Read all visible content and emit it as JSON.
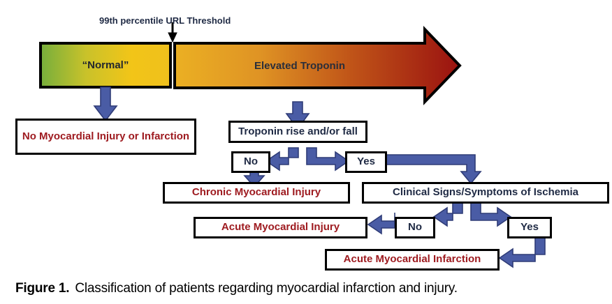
{
  "figure": {
    "label": "Figure 1.",
    "caption": "Classification of patients regarding myocardial infarction and injury."
  },
  "banner": {
    "threshold_label": "99th percentile URL Threshold",
    "normal_label": "“Normal”",
    "elevated_label": "Elevated Troponin",
    "colors": {
      "normal_start": "#7FB03F",
      "normal_end": "#F0C419",
      "elevated_start": "#E8A820",
      "elevated_end": "#9E1411",
      "outline": "#000000"
    }
  },
  "nodes": {
    "no_injury": "No Myocardial Injury or Infarction",
    "troponin_change": "Troponin rise and/or fall",
    "trop_no": "No",
    "trop_yes": "Yes",
    "chronic_injury": "Chronic Myocardial Injury",
    "clinical_signs": "Clinical Signs/Symptoms of Ischemia",
    "signs_no": "No",
    "signs_yes": "Yes",
    "acute_injury": "Acute Myocardial Injury",
    "acute_infarction": "Acute Myocardial Infarction"
  },
  "style": {
    "arrow_blue": "#4A5CA5",
    "arrow_blue_dark": "#2F3C77",
    "box_border": "#000000",
    "red_text": "#9E1B20",
    "dark_text": "#1F2A44"
  }
}
